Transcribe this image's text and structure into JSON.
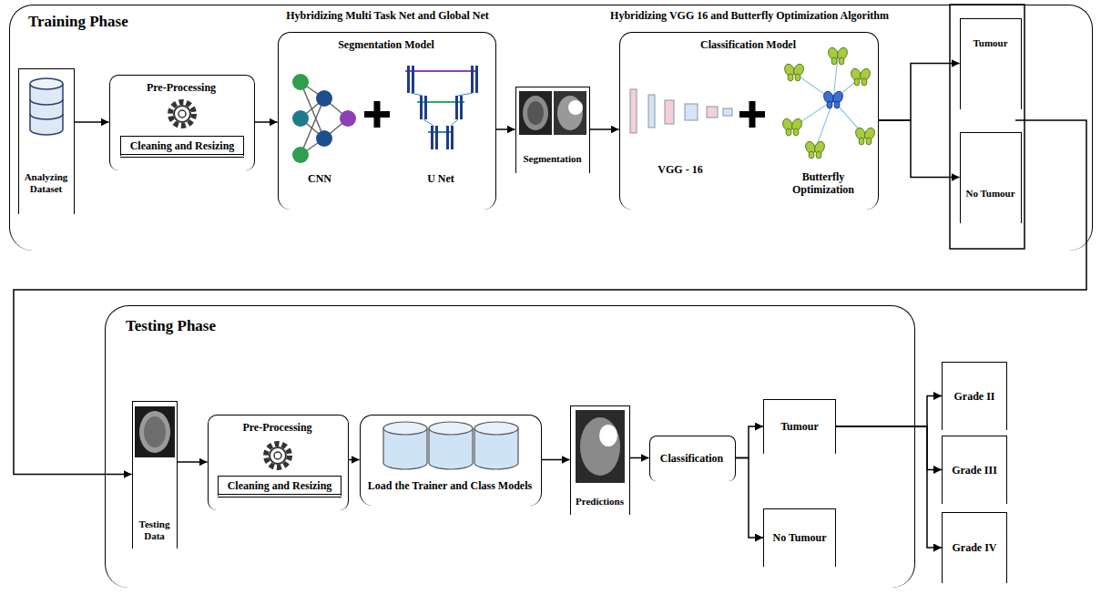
{
  "diagram": {
    "nodes": [
      {
        "text": [
          "Training Phase"
        ]
      },
      {
        "text": [
          "Analyzing Dataset"
        ],
        "in": 0
      },
      {
        "text": [
          "Pre-Processing"
        ],
        "in": 0
      },
      {
        "text": [
          "Cleaning and Resizing"
        ],
        "in": 2
      },
      {
        "text": [
          "Hybridizing Multi Task Net and Global Net",
          "Segmentation Model"
        ],
        "in": 0
      },
      {
        "text": [
          "CNN"
        ],
        "in": 4
      },
      {
        "text": [
          "U Net"
        ],
        "in": 4
      },
      {
        "text": [
          "Segmentation"
        ],
        "in": 0
      },
      {
        "text": [
          "Hybridizing VGG 16 and Butterfly Optimization Algorithm",
          "Classification Model"
        ],
        "in": 0
      },
      {
        "text": [
          "VGG - 16"
        ],
        "in": 8
      },
      {
        "text": [
          "Butterfly Optimization"
        ],
        "in": 8
      },
      {
        "text": [
          "Tumour"
        ],
        "in": 0
      },
      {
        "text": [
          "No Tumour"
        ],
        "in": 0
      },
      {
        "text": [
          "Testing Phase"
        ]
      },
      {
        "text": [
          "Testing Data"
        ],
        "in": 13
      },
      {
        "text": [
          "Pre-Processing"
        ],
        "in": 13
      },
      {
        "text": [
          "Cleaning and Resizing"
        ],
        "in": 15
      },
      {
        "text": [
          "Load the Trainer and Class Models"
        ],
        "in": 13
      },
      {
        "text": [
          "Predictions"
        ],
        "in": 13
      },
      {
        "text": [
          "Classification"
        ],
        "in": 13
      },
      {
        "text": [
          "Tumour"
        ]
      },
      {
        "text": [
          "No Tumour"
        ]
      },
      {
        "text": [
          "Grade II"
        ]
      },
      {
        "text": [
          "Grade III"
        ]
      },
      {
        "text": [
          "Grade IV"
        ]
      }
    ],
    "edges": [
      {
        "from": 1,
        "to": 2,
        "arrow": "to"
      },
      {
        "from": 2,
        "to": 4,
        "arrow": "to"
      },
      {
        "from": 4,
        "to": 7,
        "arrow": "to"
      },
      {
        "from": 7,
        "to": 8,
        "arrow": "to"
      },
      {
        "from": 8,
        "to": 11,
        "arrow": "to"
      },
      {
        "from": 8,
        "to": 12,
        "arrow": "to"
      },
      {
        "from": 0,
        "to": 14,
        "arrow": "to"
      },
      {
        "from": 14,
        "to": 15,
        "arrow": "to"
      },
      {
        "from": 15,
        "to": 17,
        "arrow": "to"
      },
      {
        "from": 17,
        "to": 18,
        "arrow": "to"
      },
      {
        "from": 18,
        "to": 19,
        "arrow": "to"
      },
      {
        "from": 19,
        "to": 20,
        "arrow": "to"
      },
      {
        "from": 19,
        "to": 21,
        "arrow": "to"
      },
      {
        "from": 20,
        "to": 22,
        "arrow": "to"
      },
      {
        "from": 20,
        "to": 23,
        "arrow": "to"
      },
      {
        "from": 20,
        "to": 24,
        "arrow": "to"
      }
    ]
  }
}
